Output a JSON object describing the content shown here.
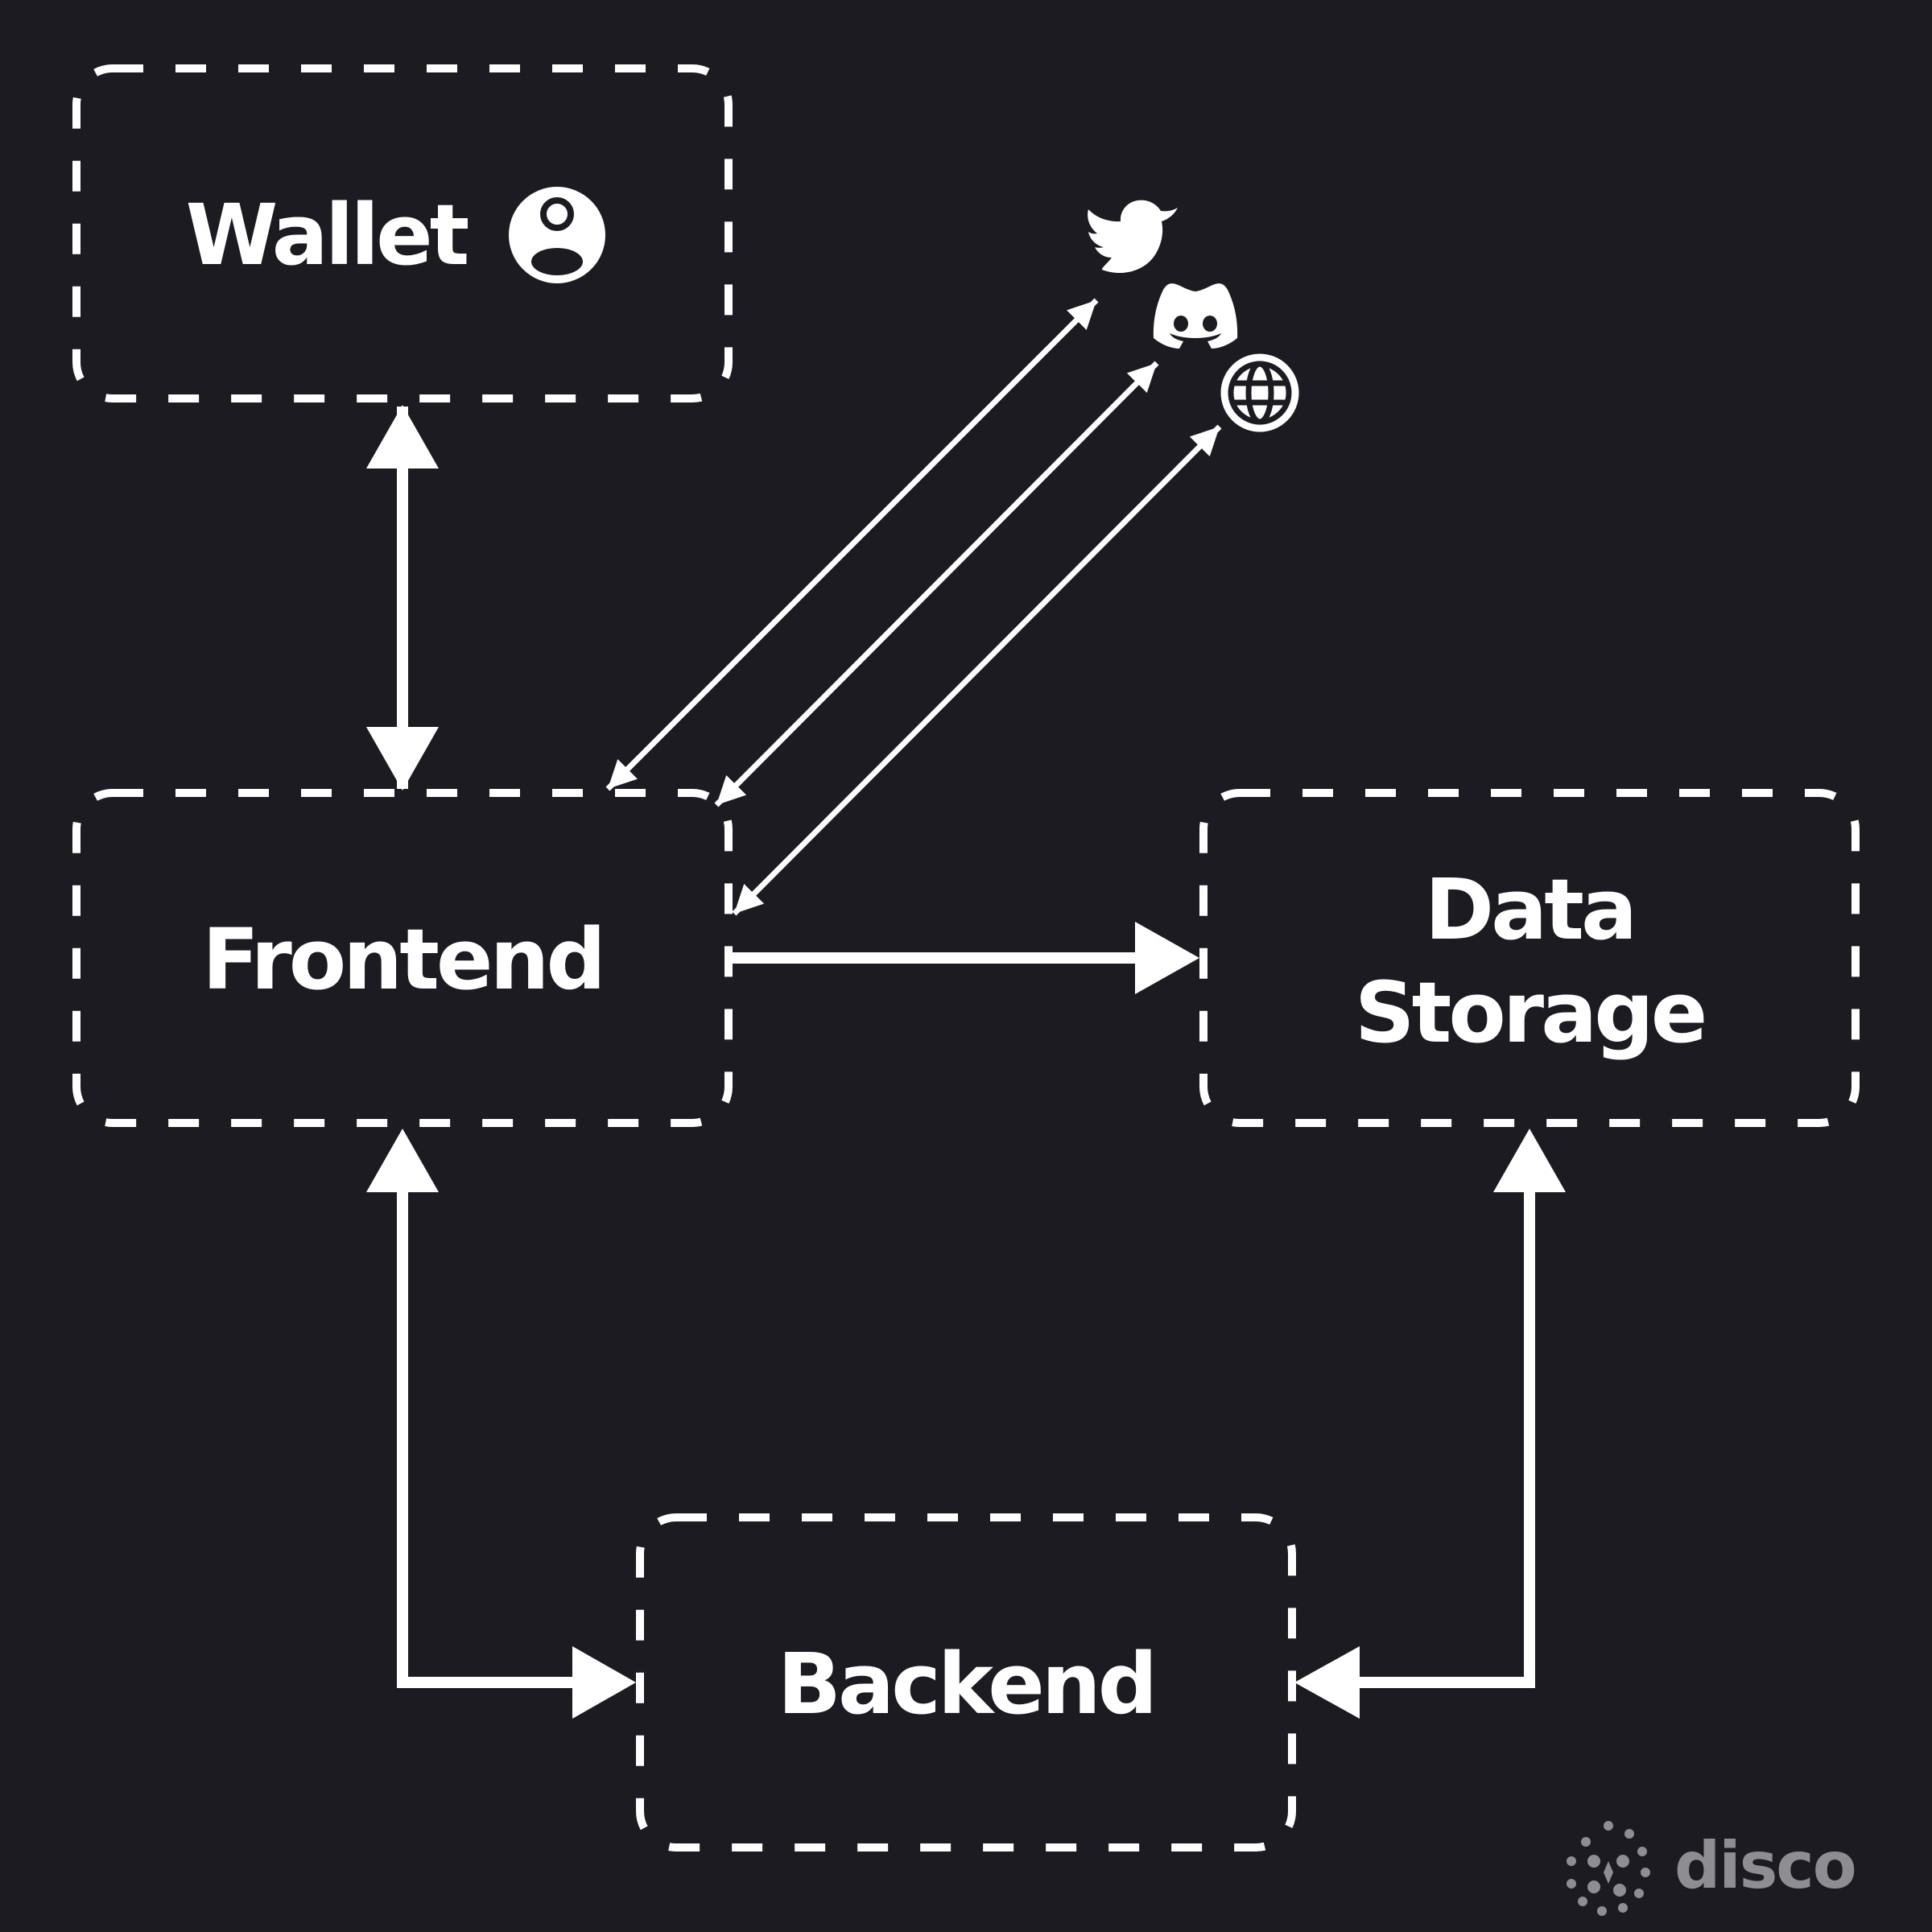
{
  "diagram": {
    "nodes": {
      "wallet": {
        "label": "Wallet"
      },
      "frontend": {
        "label": "Frontend"
      },
      "data_storage": {
        "label_line1": "Data",
        "label_line2": "Storage"
      },
      "backend": {
        "label": "Backend"
      }
    },
    "edges": [
      {
        "from": "wallet",
        "to": "frontend",
        "direction": "both"
      },
      {
        "from": "frontend",
        "to": "twitter",
        "direction": "both"
      },
      {
        "from": "frontend",
        "to": "discord",
        "direction": "both"
      },
      {
        "from": "frontend",
        "to": "web",
        "direction": "both"
      },
      {
        "from": "frontend",
        "to": "data_storage",
        "direction": "forward"
      },
      {
        "from": "frontend",
        "to": "backend",
        "direction": "both"
      },
      {
        "from": "data_storage",
        "to": "backend",
        "direction": "both"
      }
    ],
    "icons": {
      "wallet_user": "user-circle-icon",
      "twitter": "twitter-bird-icon",
      "discord": "discord-icon",
      "web": "globe-icon"
    },
    "colors": {
      "background": "#1c1b21",
      "stroke": "#ffffff",
      "brand": "#8d8d92"
    }
  },
  "brand": {
    "name": "disco",
    "icon": "disco-dots-icon"
  }
}
